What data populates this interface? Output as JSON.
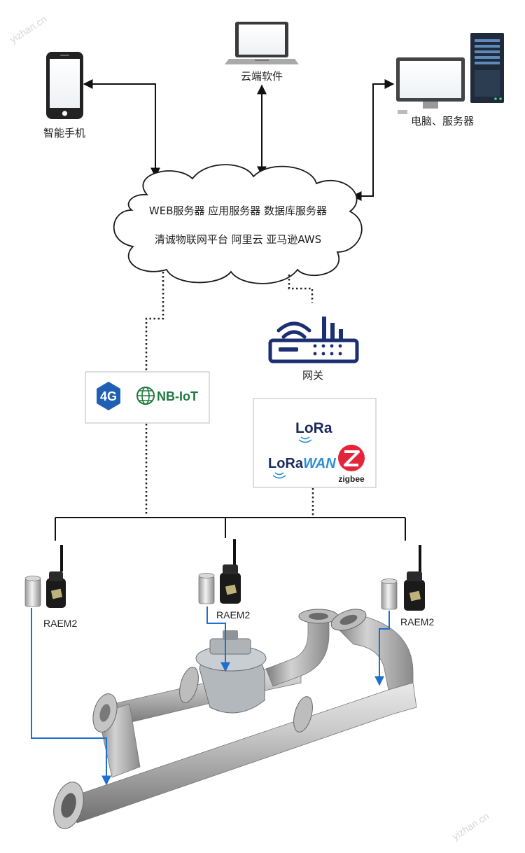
{
  "watermark": "yizhan.cn",
  "devices": {
    "phone_label": "智能手机",
    "laptop_label": "云端软件",
    "pc_label": "电脑、服务器"
  },
  "cloud": {
    "line1": "WEB服务器  应用服务器  数据库服务器",
    "line2": "清诚物联网平台  阿里云  亚马逊AWS"
  },
  "gateway_label": "网关",
  "cellular": {
    "badge": "4G",
    "nbiot": "NB-IoT"
  },
  "lpwan": {
    "lora": "LoRa",
    "lorawan_a": "LoRa",
    "lorawan_b": "WAN",
    "zigbee": "zigbee"
  },
  "sensors": {
    "left": "RAEM2",
    "middle": "RAEM2",
    "right": "RAEM2"
  },
  "colors": {
    "arrow_blue": "#1f6fd1",
    "gateway_navy": "#1b2f72",
    "zigbee_red": "#e5243b",
    "nbiot_green": "#1e7a3e",
    "badge_blue": "#1f5fb4"
  }
}
